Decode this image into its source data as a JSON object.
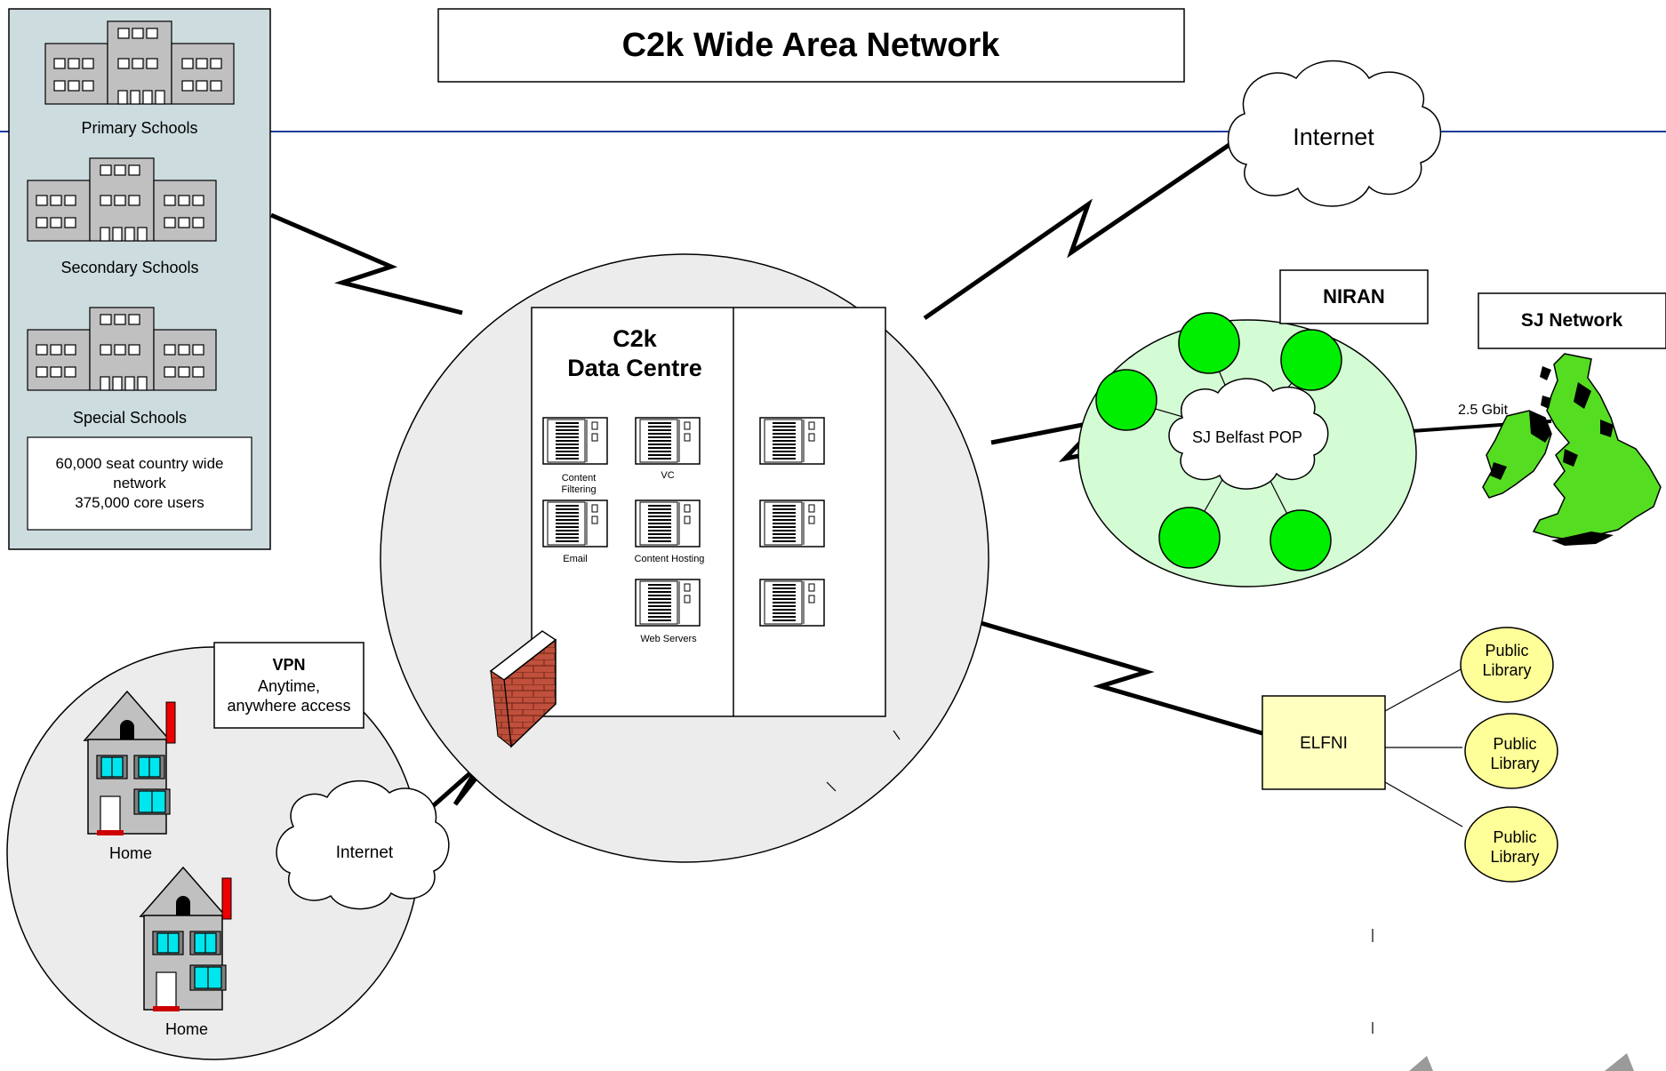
{
  "title": "C2k Wide Area Network",
  "schools": {
    "primary_label": "Primary Schools",
    "secondary_label": "Secondary Schools",
    "special_label": "Special Schools",
    "stats_line1": "60,000 seat country wide",
    "stats_line2": "network",
    "stats_line3": "375,000 core users"
  },
  "data_centre": {
    "title_line1": "C2k",
    "title_line2": "Data Centre",
    "servers": {
      "content_filtering_line1": "Content",
      "content_filtering_line2": "Filtering",
      "vc": "VC",
      "email": "Email",
      "content_hosting": "Content Hosting",
      "web_servers": "Web Servers"
    }
  },
  "internet_top": {
    "label": "Internet"
  },
  "niran": {
    "label": "NIRAN",
    "pop_label": "SJ Belfast POP",
    "link_label": "2.5 Gbit"
  },
  "sj_network": {
    "label": "SJ Network"
  },
  "elfni": {
    "label": "ELFNI",
    "library_line1": "Public",
    "library_line2": "Library"
  },
  "vpn": {
    "title": "VPN",
    "line1": "Anytime,",
    "line2": "anywhere access",
    "internet_label": "Internet",
    "home_label": "Home"
  },
  "colors": {
    "schools_panel": "#cddcdf",
    "hub_circle": "#ececec",
    "niran_circle": "#d4fcd4",
    "niran_node": "#00ee00",
    "map_green": "#55dd22",
    "elfni_box": "#ffffc0",
    "library_node": "#ffff99",
    "window_cyan": "#00e6ee",
    "firewall_brick": "#c0503c",
    "header_rule": "#1a3c9c"
  }
}
